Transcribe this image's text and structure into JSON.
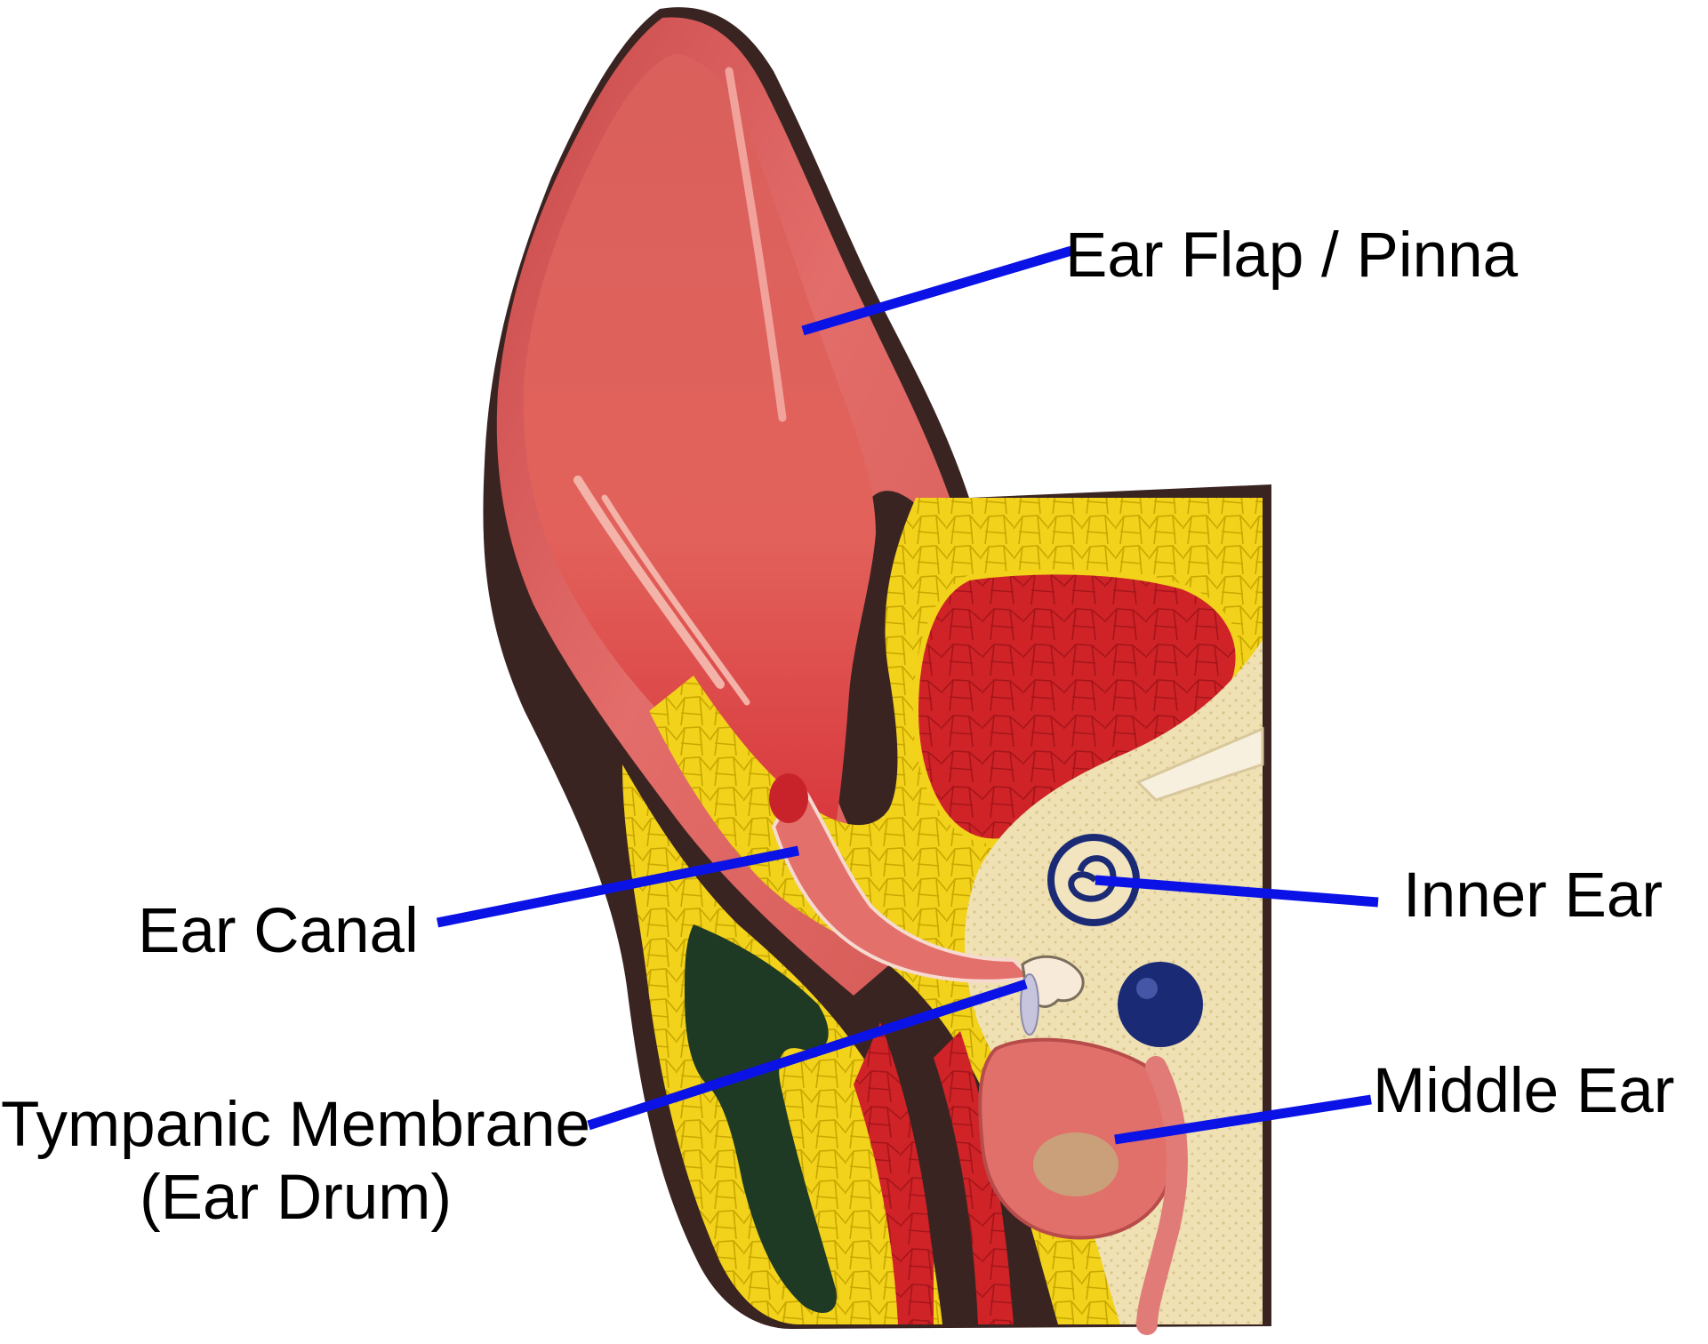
{
  "labels": {
    "pinna": "Ear Flap / Pinna",
    "inner_ear": "Inner Ear",
    "ear_canal": "Ear Canal",
    "middle_ear": "Middle Ear",
    "tympanic_line1": "Tympanic Membrane",
    "tympanic_line2": "(Ear Drum)"
  },
  "colors": {
    "leader_line": "#0b12e6",
    "background": "#ffffff",
    "skin_pink": "#e0706c",
    "inner_ear_red": "#d8484a",
    "fat_yellow": "#f2d21a",
    "muscle_red": "#cf2328",
    "bone_cream": "#efe1b4",
    "cartilage_green": "#1e3a25",
    "cochlea_blue": "#1b2a74",
    "outline_dark": "#3a2422"
  }
}
